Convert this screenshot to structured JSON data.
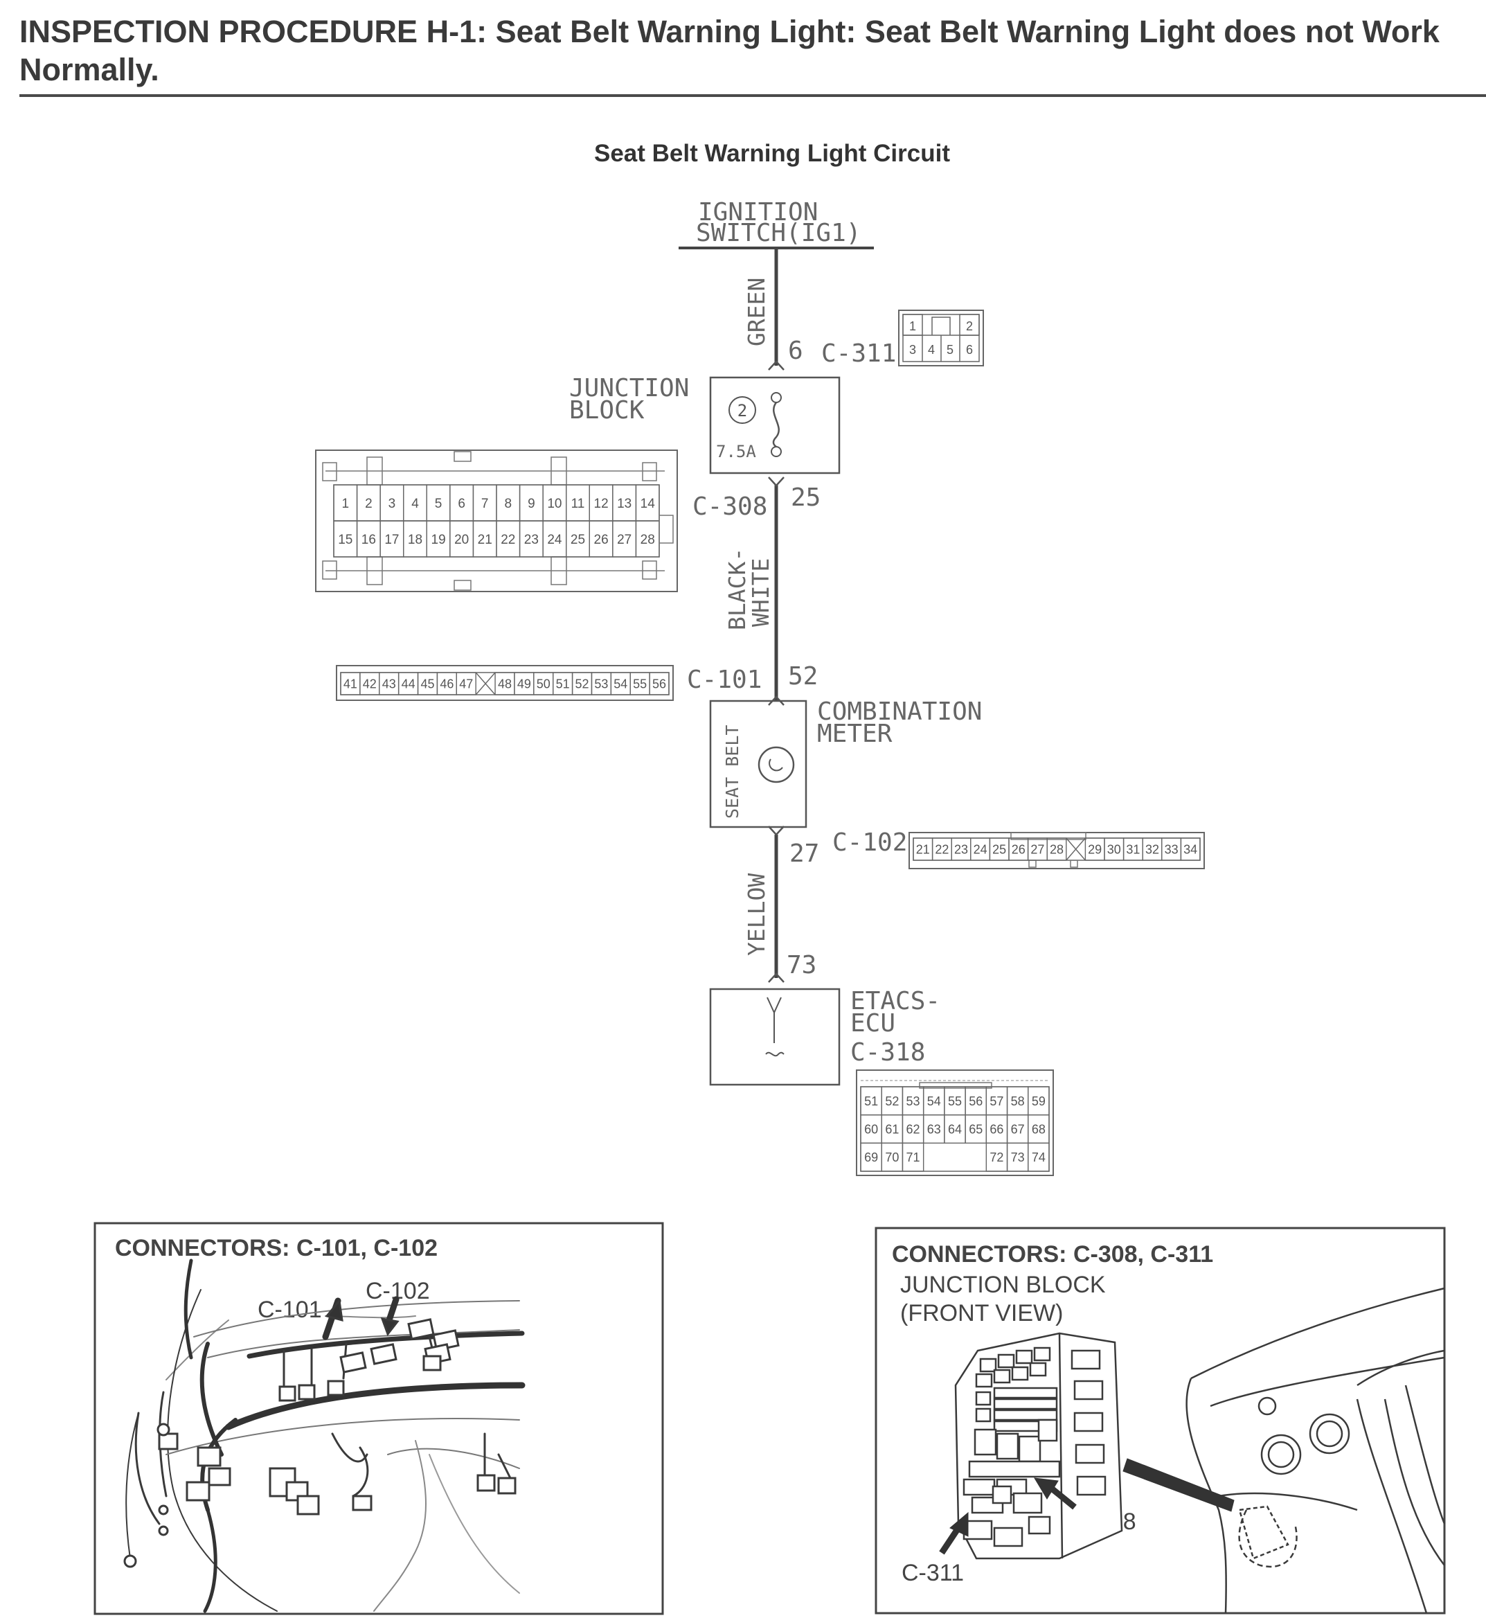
{
  "header": {
    "title": "INSPECTION PROCEDURE H-1: Seat Belt Warning Light: Seat Belt Warning Light does not Work Normally."
  },
  "diagram": {
    "title": "Seat Belt Warning Light Circuit",
    "source": {
      "line1": "IGNITION",
      "line2": "SWITCH(IG1)"
    },
    "wires": {
      "green": "GREEN",
      "black_white_1": "BLACK-",
      "black_white_2": "WHITE",
      "yellow": "YELLOW"
    },
    "junction_block": {
      "line1": "JUNCTION",
      "line2": "BLOCK",
      "fuse_no": "2",
      "fuse_rating": "7.5A",
      "in_connector": "C-311",
      "in_pin": "6",
      "out_connector": "C-308",
      "out_pin": "25"
    },
    "combination_meter": {
      "line1": "COMBINATION",
      "line2": "METER",
      "lamp_label": "SEAT BELT",
      "in_connector": "C-101",
      "in_pin": "52",
      "out_connector": "C-102",
      "out_pin": "27"
    },
    "etacs": {
      "line1": "ETACS-",
      "line2": "ECU",
      "connector": "C-318",
      "pin": "73"
    },
    "c311_face": {
      "top": [
        "1",
        "2"
      ],
      "bottom": [
        "3",
        "4",
        "5",
        "6"
      ]
    },
    "c308_face": {
      "row1": [
        "1",
        "2",
        "3",
        "4",
        "5",
        "6",
        "7",
        "8",
        "9",
        "10",
        "11",
        "12",
        "13",
        "14"
      ],
      "row2": [
        "15",
        "16",
        "17",
        "18",
        "19",
        "20",
        "21",
        "22",
        "23",
        "24",
        "25",
        "26",
        "27",
        "28"
      ]
    },
    "c101_face": [
      "41",
      "42",
      "43",
      "44",
      "45",
      "46",
      "47",
      "48",
      "49",
      "50",
      "51",
      "52",
      "53",
      "54",
      "55",
      "56"
    ],
    "c102_face": [
      "21",
      "22",
      "23",
      "24",
      "25",
      "26",
      "27",
      "28",
      "29",
      "30",
      "31",
      "32",
      "33",
      "34"
    ],
    "c318_face": {
      "row1": [
        "51",
        "52",
        "53",
        "54",
        "55",
        "56",
        "57",
        "58",
        "59"
      ],
      "row2": [
        "60",
        "61",
        "62",
        "63",
        "64",
        "65",
        "66",
        "67",
        "68"
      ],
      "row3": [
        "69",
        "70",
        "71",
        "72",
        "73",
        "74"
      ]
    }
  },
  "panel_left": {
    "title": "CONNECTORS: C-101, C-102",
    "label_c101": "C-101",
    "label_c102": "C-102"
  },
  "panel_right": {
    "title": "CONNECTORS: C-308, C-311",
    "sub1": "JUNCTION BLOCK",
    "sub2": "(FRONT VIEW)",
    "label_c308": "C-308",
    "label_c311": "C-311"
  }
}
